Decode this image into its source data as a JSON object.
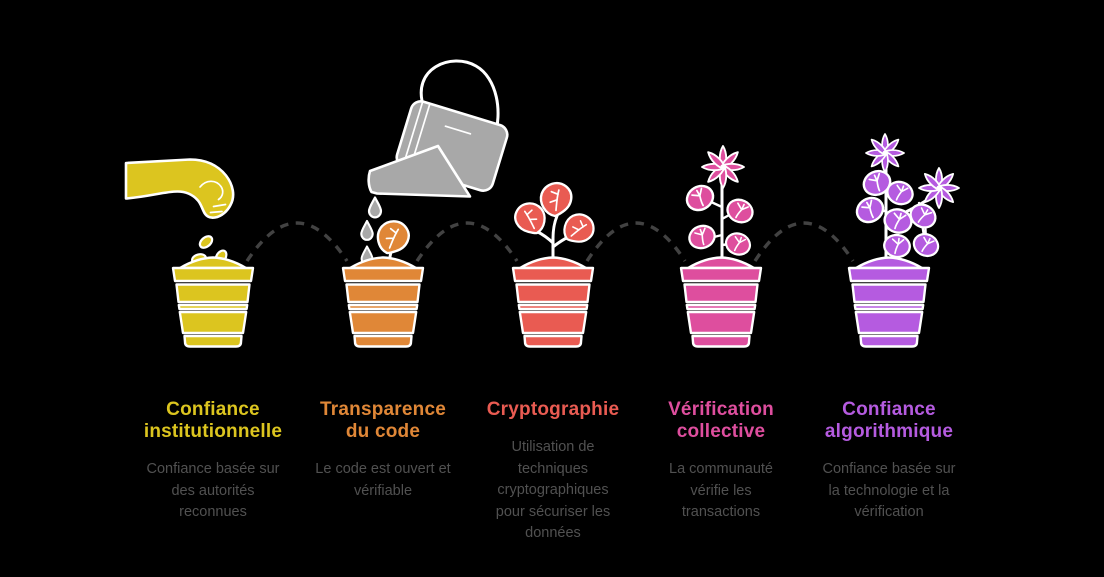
{
  "background": "#000000",
  "type": "infographic-growth-stages",
  "palette": {
    "connector_dash": "#424242",
    "watering_can_gray": "#A8A8A8",
    "water_drop_gray": "#A5A5A5",
    "description_text": "#515151",
    "outline_white": "#FFFFFF"
  },
  "stages": [
    {
      "title": "Confiance\ninstitutionnelle",
      "description": "Confiance basée sur\ndes autorités\nreconnues",
      "color": "#DCC51F",
      "illustration": "hand-planting-seeds-in-pot"
    },
    {
      "title": "Transparence\ndu code",
      "description": "Le code est ouvert et\nvérifiable",
      "color": "#E08737",
      "illustration": "watering-can-watering-sprout-pot"
    },
    {
      "title": "Cryptographie",
      "description": "Utilisation de\ntechniques\ncryptographiques\npour sécuriser les\ndonnées",
      "color": "#E95B52",
      "illustration": "young-plant-pot"
    },
    {
      "title": "Vérification\ncollective",
      "description": "La communauté\nvérifie les\ntransactions",
      "color": "#DE4E9E",
      "illustration": "flowering-plant-pot"
    },
    {
      "title": "Confiance\nalgorithmique",
      "description": "Confiance basée sur\nla technologie et la\nvérification",
      "color": "#B55BE0",
      "illustration": "blooming-plant-pot"
    }
  ]
}
